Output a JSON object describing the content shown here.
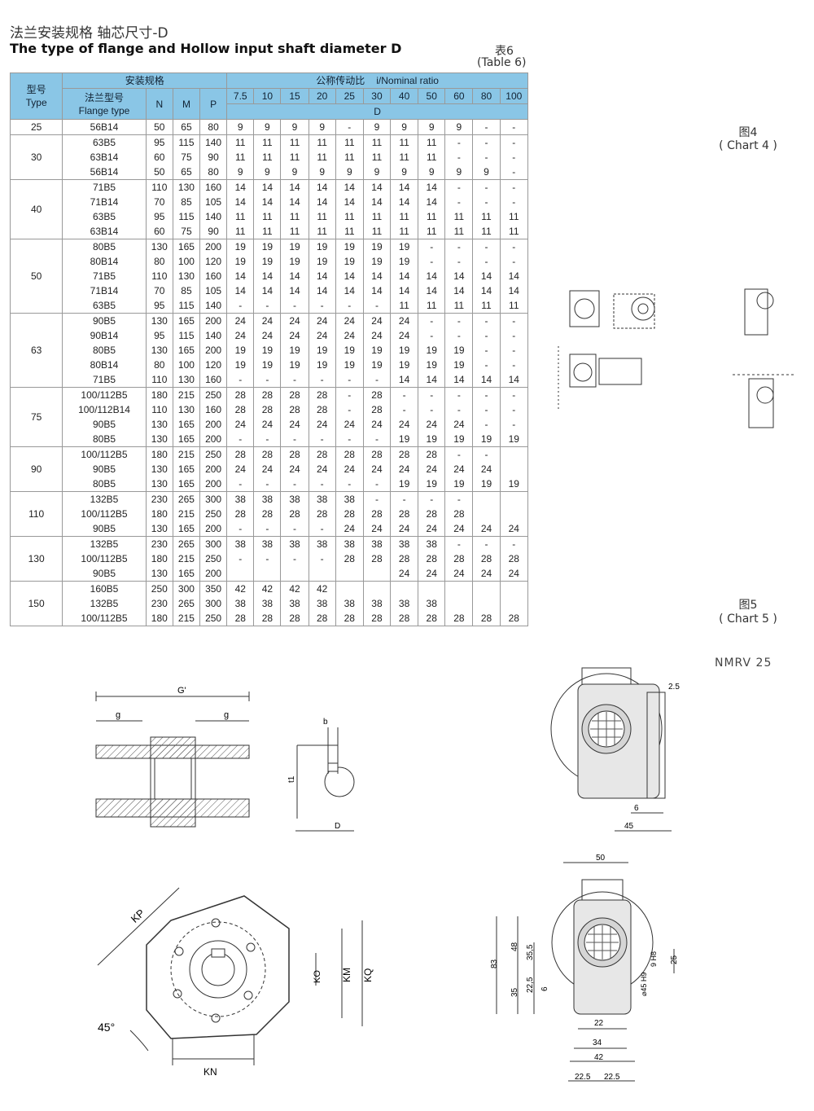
{
  "header": {
    "title_cn": "法兰安装规格 轴芯尺寸-D",
    "title_en": "The type of flange and Hollow input shaft diameter D",
    "table_cn": "表6",
    "table_en": "(Table 6)"
  },
  "table": {
    "type_cn": "型号",
    "type_en": "Type",
    "install_cn": "安装规格",
    "flange_cn": "法兰型号",
    "flange_en": "Flange type",
    "ratio_cn": "公称传动比",
    "ratio_en": "i/Nominal ratio",
    "d_label": "D",
    "n": "N",
    "m": "M",
    "p": "P",
    "ratios": [
      "7.5",
      "10",
      "15",
      "20",
      "25",
      "30",
      "40",
      "50",
      "60",
      "80",
      "100"
    ],
    "groups": [
      {
        "type": "25",
        "rows": [
          [
            "56B14",
            "50",
            "65",
            "80",
            "9",
            "9",
            "9",
            "9",
            "-",
            "9",
            "9",
            "9",
            "9",
            "-",
            "-"
          ]
        ]
      },
      {
        "type": "30",
        "rows": [
          [
            "63B5",
            "95",
            "115",
            "140",
            "11",
            "11",
            "11",
            "11",
            "11",
            "11",
            "11",
            "11",
            "-",
            "-",
            "-"
          ],
          [
            "63B14",
            "60",
            "75",
            "90",
            "11",
            "11",
            "11",
            "11",
            "11",
            "11",
            "11",
            "11",
            "-",
            "-",
            "-"
          ],
          [
            "56B14",
            "50",
            "65",
            "80",
            "9",
            "9",
            "9",
            "9",
            "9",
            "9",
            "9",
            "9",
            "9",
            "9",
            "-"
          ]
        ]
      },
      {
        "type": "40",
        "rows": [
          [
            "71B5",
            "110",
            "130",
            "160",
            "14",
            "14",
            "14",
            "14",
            "14",
            "14",
            "14",
            "14",
            "-",
            "-",
            "-"
          ],
          [
            "71B14",
            "70",
            "85",
            "105",
            "14",
            "14",
            "14",
            "14",
            "14",
            "14",
            "14",
            "14",
            "-",
            "-",
            "-"
          ],
          [
            "63B5",
            "95",
            "115",
            "140",
            "11",
            "11",
            "11",
            "11",
            "11",
            "11",
            "11",
            "11",
            "11",
            "11",
            "11"
          ],
          [
            "63B14",
            "60",
            "75",
            "90",
            "11",
            "11",
            "11",
            "11",
            "11",
            "11",
            "11",
            "11",
            "11",
            "11",
            "11"
          ]
        ]
      },
      {
        "type": "50",
        "rows": [
          [
            "80B5",
            "130",
            "165",
            "200",
            "19",
            "19",
            "19",
            "19",
            "19",
            "19",
            "19",
            "-",
            "-",
            "-",
            "-"
          ],
          [
            "80B14",
            "80",
            "100",
            "120",
            "19",
            "19",
            "19",
            "19",
            "19",
            "19",
            "19",
            "-",
            "-",
            "-",
            "-"
          ],
          [
            "71B5",
            "110",
            "130",
            "160",
            "14",
            "14",
            "14",
            "14",
            "14",
            "14",
            "14",
            "14",
            "14",
            "14",
            "14"
          ],
          [
            "71B14",
            "70",
            "85",
            "105",
            "14",
            "14",
            "14",
            "14",
            "14",
            "14",
            "14",
            "14",
            "14",
            "14",
            "14"
          ],
          [
            "63B5",
            "95",
            "115",
            "140",
            "-",
            "-",
            "-",
            "-",
            "-",
            "-",
            "11",
            "11",
            "11",
            "11",
            "11"
          ]
        ]
      },
      {
        "type": "63",
        "rows": [
          [
            "90B5",
            "130",
            "165",
            "200",
            "24",
            "24",
            "24",
            "24",
            "24",
            "24",
            "24",
            "-",
            "-",
            "-",
            "-"
          ],
          [
            "90B14",
            "95",
            "115",
            "140",
            "24",
            "24",
            "24",
            "24",
            "24",
            "24",
            "24",
            "-",
            "-",
            "-",
            "-"
          ],
          [
            "80B5",
            "130",
            "165",
            "200",
            "19",
            "19",
            "19",
            "19",
            "19",
            "19",
            "19",
            "19",
            "19",
            "-",
            "-"
          ],
          [
            "80B14",
            "80",
            "100",
            "120",
            "19",
            "19",
            "19",
            "19",
            "19",
            "19",
            "19",
            "19",
            "19",
            "-",
            "-"
          ],
          [
            "71B5",
            "110",
            "130",
            "160",
            "-",
            "-",
            "-",
            "-",
            "-",
            "-",
            "14",
            "14",
            "14",
            "14",
            "14"
          ]
        ]
      },
      {
        "type": "75",
        "rows": [
          [
            "100/112B5",
            "180",
            "215",
            "250",
            "28",
            "28",
            "28",
            "28",
            "-",
            "28",
            "-",
            "-",
            "-",
            "-",
            "-"
          ],
          [
            "100/112B14",
            "110",
            "130",
            "160",
            "28",
            "28",
            "28",
            "28",
            "-",
            "28",
            "-",
            "-",
            "-",
            "-",
            "-"
          ],
          [
            "90B5",
            "130",
            "165",
            "200",
            "24",
            "24",
            "24",
            "24",
            "24",
            "24",
            "24",
            "24",
            "24",
            "-",
            "-"
          ],
          [
            "80B5",
            "130",
            "165",
            "200",
            "-",
            "-",
            "-",
            "-",
            "-",
            "-",
            "19",
            "19",
            "19",
            "19",
            "19"
          ]
        ]
      },
      {
        "type": "90",
        "rows": [
          [
            "100/112B5",
            "180",
            "215",
            "250",
            "28",
            "28",
            "28",
            "28",
            "28",
            "28",
            "28",
            "28",
            "-",
            "-",
            ""
          ],
          [
            "90B5",
            "130",
            "165",
            "200",
            "24",
            "24",
            "24",
            "24",
            "24",
            "24",
            "24",
            "24",
            "24",
            "24",
            ""
          ],
          [
            "80B5",
            "130",
            "165",
            "200",
            "-",
            "-",
            "-",
            "-",
            "-",
            "-",
            "19",
            "19",
            "19",
            "19",
            "19"
          ]
        ]
      },
      {
        "type": "110",
        "rows": [
          [
            "132B5",
            "230",
            "265",
            "300",
            "38",
            "38",
            "38",
            "38",
            "38",
            "-",
            "-",
            "-",
            "-",
            "",
            ""
          ],
          [
            "100/112B5",
            "180",
            "215",
            "250",
            "28",
            "28",
            "28",
            "28",
            "28",
            "28",
            "28",
            "28",
            "28",
            "",
            ""
          ],
          [
            "90B5",
            "130",
            "165",
            "200",
            "-",
            "-",
            "-",
            "-",
            "24",
            "24",
            "24",
            "24",
            "24",
            "24",
            "24"
          ]
        ]
      },
      {
        "type": "130",
        "rows": [
          [
            "132B5",
            "230",
            "265",
            "300",
            "38",
            "38",
            "38",
            "38",
            "38",
            "38",
            "38",
            "38",
            "-",
            "-",
            "-"
          ],
          [
            "100/112B5",
            "180",
            "215",
            "250",
            "-",
            "-",
            "-",
            "-",
            "28",
            "28",
            "28",
            "28",
            "28",
            "28",
            "28"
          ],
          [
            "90B5",
            "130",
            "165",
            "200",
            "",
            "",
            "",
            "",
            "",
            "",
            "24",
            "24",
            "24",
            "24",
            "24"
          ]
        ]
      },
      {
        "type": "150",
        "rows": [
          [
            "160B5",
            "250",
            "300",
            "350",
            "42",
            "42",
            "42",
            "42",
            "",
            "",
            "",
            "",
            "",
            "",
            ""
          ],
          [
            "132B5",
            "230",
            "265",
            "300",
            "38",
            "38",
            "38",
            "38",
            "38",
            "38",
            "38",
            "38",
            "",
            "",
            ""
          ],
          [
            "100/112B5",
            "180",
            "215",
            "250",
            "28",
            "28",
            "28",
            "28",
            "28",
            "28",
            "28",
            "28",
            "28",
            "28",
            "28"
          ]
        ]
      }
    ]
  },
  "charts": {
    "chart4_cn": "图4",
    "chart4_en": "( Chart 4 )",
    "chart5_cn": "图5",
    "chart5_en": "( Chart 5 )",
    "model": "NMRV  25"
  },
  "shaft_drawing": {
    "g_total": "G'",
    "g_left": "g",
    "g_right": "g"
  },
  "key_drawing": {
    "b": "b",
    "t1": "t1",
    "d": "D"
  },
  "flange_drawing": {
    "kp": "KP",
    "angle": "45°",
    "kn": "KN",
    "ko": "KO",
    "km": "KM",
    "kq": "KQ"
  },
  "nmrv_side": {
    "d25": "2.5",
    "d6": "6",
    "d45": "45"
  },
  "nmrv_front": {
    "w50": "50",
    "h83": "83",
    "h48": "48",
    "h35_5": "35,5",
    "h35": "35",
    "h22_5": "22,5",
    "h6": "6",
    "h25": "25",
    "d9": "9 H8",
    "dia45": "⌀45 H9",
    "w22": "22",
    "w34": "34",
    "w42": "42",
    "l22_5": "22.5",
    "r22_5": "22.5"
  }
}
